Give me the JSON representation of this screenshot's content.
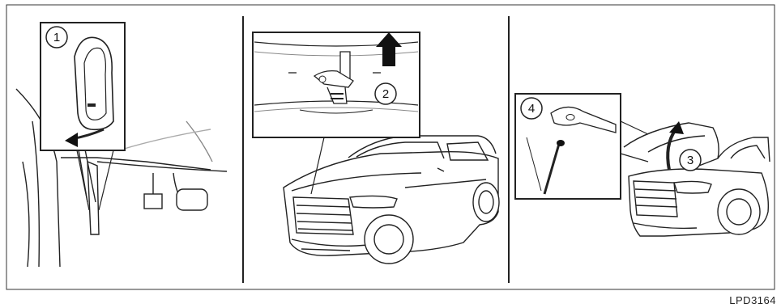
{
  "figure_code": "LPD3164",
  "callouts": [
    "1",
    "2",
    "3",
    "4"
  ]
}
